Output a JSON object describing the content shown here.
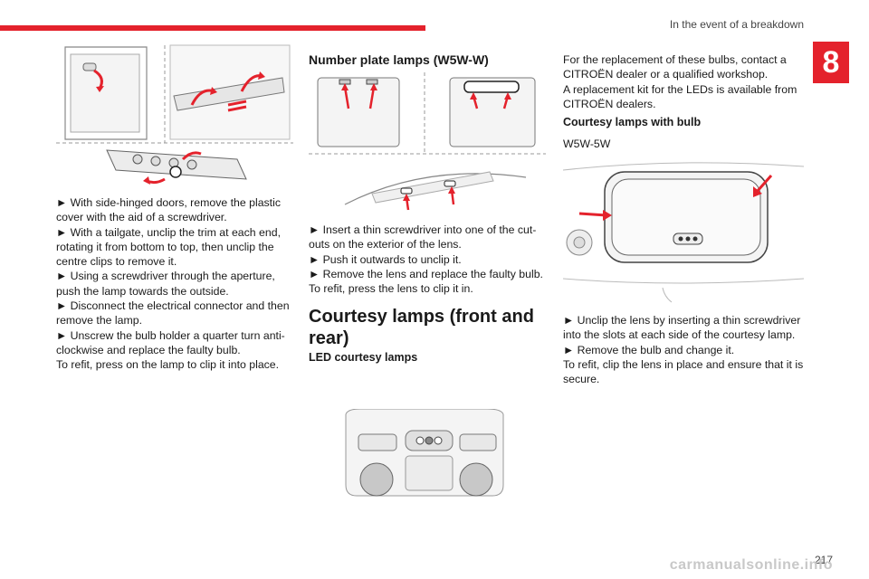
{
  "header": {
    "section_title": "In the event of a breakdown",
    "chapter_number": "8",
    "page_number": "217"
  },
  "colors": {
    "accent": "#e4222c"
  },
  "col1": {
    "steps": [
      "► With side-hinged doors, remove the plastic cover with the aid of a screwdriver.",
      "► With a tailgate, unclip the trim at each end, rotating it from bottom to top, then unclip the centre clips to remove it.",
      "► Using a screwdriver through the aperture, push the lamp towards the outside.",
      "► Disconnect the electrical connector and then remove the lamp.",
      "► Unscrew the bulb holder a quarter turn anti-clockwise and replace the faulty bulb."
    ],
    "refit": "To refit, press on the lamp to clip it into place."
  },
  "col2": {
    "number_plate_heading": "Number plate lamps (W5W-W)",
    "steps": [
      "► Insert a thin screwdriver into one of the cut-outs on the exterior of the lens.",
      "► Push it outwards to unclip it.",
      "► Remove the lens and replace the faulty bulb."
    ],
    "refit": "To refit, press the lens to clip it in.",
    "courtesy_heading": "Courtesy lamps (front and rear)",
    "led_heading": "LED courtesy lamps"
  },
  "col3": {
    "intro_1": "For the replacement of these bulbs, contact a CITROËN dealer or a qualified workshop.",
    "intro_2": "A replacement kit for the LEDs is available from CITROËN dealers.",
    "bulb_heading": "Courtesy lamps with bulb",
    "bulb_type": "W5W-5W",
    "steps": [
      "► Unclip the lens by inserting a thin screwdriver into the slots at each side of the courtesy lamp.",
      "► Remove the bulb and change it."
    ],
    "refit": "To refit, clip the lens in place and ensure that it is secure."
  },
  "watermark": "carmanualsonline.info"
}
